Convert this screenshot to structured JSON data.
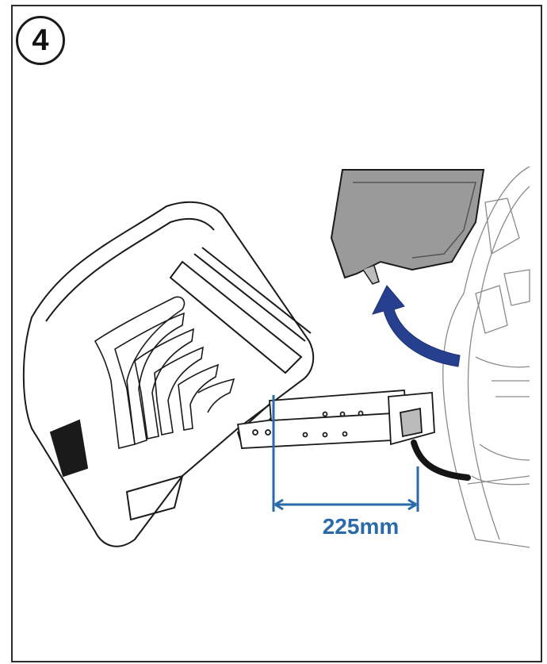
{
  "step": {
    "number": "4"
  },
  "dimension": {
    "label": "225mm"
  },
  "colors": {
    "dimension_line": "#2a6aa8",
    "arrow": "#263f8f",
    "outline": "#1a1a1a",
    "housing_fill": "#9a9a9a",
    "cable": "#151515"
  },
  "icons": {
    "step_badge": "circled-number",
    "rotation_arrow": "curved-arrow-up"
  }
}
